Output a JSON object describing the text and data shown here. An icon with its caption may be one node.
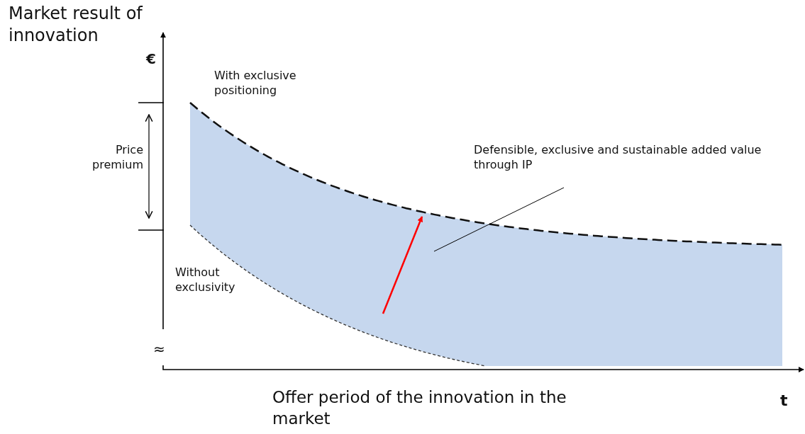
{
  "diagram": {
    "nodes": [
      {
        "text": [
          "Defensible, exclusive and sustainable added value through IP"
        ]
      },
      {
        "text": [],
        "shape": "area"
      }
    ],
    "edges": [
      {
        "from": 0,
        "to": 1,
        "arrow": "none"
      }
    ],
    "labels": [
      "Market result of innovation",
      "€",
      "With exclusive positioning",
      "Price premium",
      "Without exclusivity",
      "≈",
      "Offer period of the innovation in the market",
      "t"
    ]
  }
}
